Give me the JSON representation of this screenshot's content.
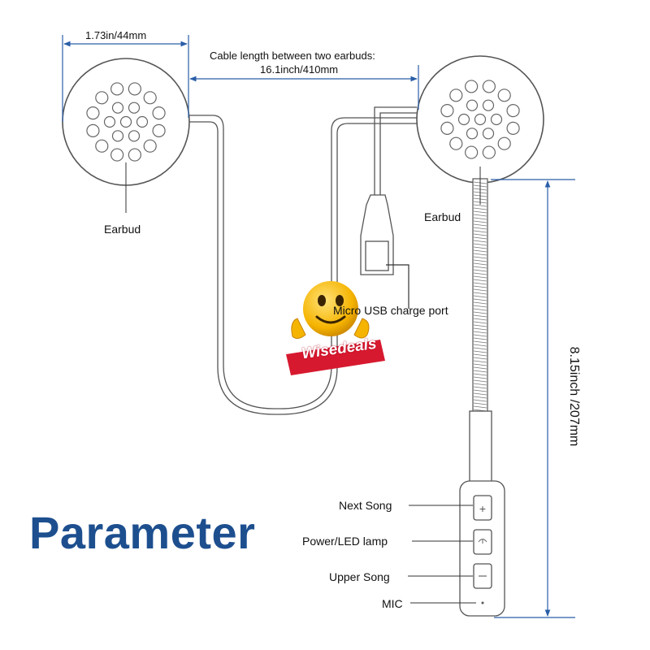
{
  "dimensions": {
    "earbud_diameter": "1.73in/44mm",
    "cable_length_line1": "Cable length between two earbuds:",
    "cable_length_line2": "16.1inch/410mm",
    "boom_length": "8.15inch /207mm"
  },
  "labels": {
    "earbud_left": "Earbud",
    "earbud_right": "Earbud",
    "usb_port": "Micro USB charge port",
    "next_song": "Next Song",
    "power_led": "Power/LED lamp",
    "upper_song": "Upper Song",
    "mic": "MIC"
  },
  "title": "Parameter",
  "watermark": "Wisedeals",
  "colors": {
    "title": "#1d4f8f",
    "dimension_line": "#2a5ea8",
    "outline": "#444444",
    "watermark_red": "#d7192f",
    "watermark_yellow": "#f5b400"
  }
}
